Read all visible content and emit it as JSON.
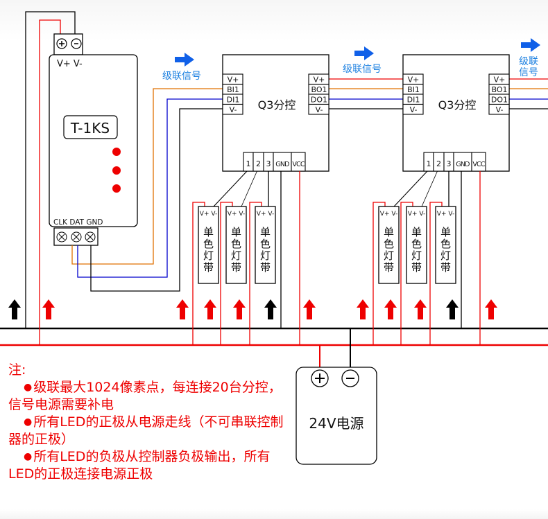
{
  "colors": {
    "power_positive": "#ee0000",
    "ground": "#000000",
    "clock": "#e07000",
    "data": "#0000cc",
    "cascade_text": "#1a7fe0",
    "cascade_arrow": "#1060e8",
    "led_dot": "#ee0000",
    "note_text": "#ee0000"
  },
  "master_controller": {
    "model": "T-1KS",
    "power_terminal": {
      "plus": "+",
      "minus": "−"
    },
    "power_label": "V+ V-",
    "signal_label": "CLK DAT GND",
    "signal_terminals": [
      "CLK",
      "DAT",
      "GND"
    ],
    "indicator_leds": 3
  },
  "cascade_label": "级联信号",
  "cascade_label_split": [
    "级联",
    "信号"
  ],
  "sub_controllers": [
    {
      "name": "Q3分控",
      "inputs": [
        "V+",
        "BI1",
        "DI1",
        "V-"
      ],
      "outputs": [
        "V+",
        "BO1",
        "DO1",
        "V-"
      ],
      "bottom_terminals": [
        "1",
        "2",
        "3",
        "GND",
        "VCC"
      ]
    },
    {
      "name": "Q3分控",
      "inputs": [
        "V+",
        "BI1",
        "DI1",
        "V-"
      ],
      "outputs": [
        "V+",
        "BO1",
        "DO1",
        "V-"
      ],
      "bottom_terminals": [
        "1",
        "2",
        "3",
        "GND",
        "VCC"
      ]
    }
  ],
  "led_strip": {
    "pins": "V+ V-",
    "label": [
      "单",
      "色",
      "灯",
      "带"
    ]
  },
  "power_supply": {
    "label": "24V电源",
    "plus": "+",
    "minus": "−"
  },
  "flow_arrows": [
    "black",
    "red",
    "red",
    "red",
    "red",
    "black",
    "red",
    "red",
    "red",
    "red",
    "black",
    "red"
  ],
  "notes": {
    "title": "注:",
    "items": [
      "级联最大1024像素点，每连接20台分控，信号电源需要补电",
      "所有LED的正极从电源走线（不可串联控制器的正极）",
      "所有LED的负极从控制器负极输出，所有LED的正极连接电源正极"
    ]
  }
}
